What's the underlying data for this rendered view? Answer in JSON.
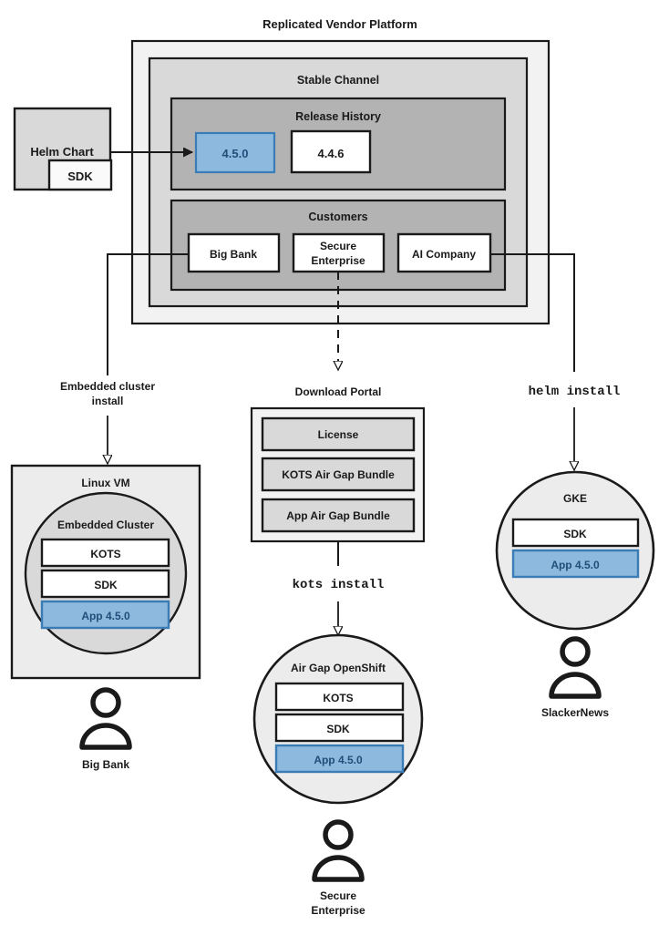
{
  "title": "Replicated Vendor Platform",
  "colors": {
    "outer_panel_fill": "#f2f2f2",
    "channel_fill": "#d9d9d9",
    "inner_fill": "#b3b3b3",
    "white_box_fill": "#ffffff",
    "gray_box_fill": "#d9d9d9",
    "light_fill": "#ececec",
    "accent_blue_fill": "#8cb9dd",
    "accent_blue_stroke": "#3a7cb5",
    "accent_blue_text": "#1f4e79",
    "stroke": "#1a1a1a",
    "text": "#1a1a1a"
  },
  "platform": {
    "stable_channel_label": "Stable Channel",
    "release_history": {
      "label": "Release History",
      "releases": [
        {
          "version": "4.5.0",
          "highlighted": true
        },
        {
          "version": "4.4.6",
          "highlighted": false
        }
      ]
    },
    "customers": {
      "label": "Customers",
      "items": [
        {
          "name": "Big Bank"
        },
        {
          "name": "Secure",
          "name2": "Enterprise"
        },
        {
          "name": "AI Company"
        }
      ]
    }
  },
  "helm_chart": {
    "label": "Helm Chart",
    "sdk_label": "SDK"
  },
  "flows": {
    "embedded_cluster_install_line1": "Embedded cluster",
    "embedded_cluster_install_line2": "install",
    "download_portal_label": "Download Portal",
    "kots_install": "kots install",
    "helm_install": "helm install"
  },
  "download_portal": {
    "items": [
      {
        "label": "License"
      },
      {
        "label": "KOTS Air Gap Bundle"
      },
      {
        "label": "App Air Gap Bundle"
      }
    ]
  },
  "linux_vm": {
    "label": "Linux VM",
    "cluster_label": "Embedded Cluster",
    "components": [
      {
        "label": "KOTS",
        "highlighted": false
      },
      {
        "label": "SDK",
        "highlighted": false
      },
      {
        "label": "App 4.5.0",
        "highlighted": true
      }
    ],
    "actor": "Big Bank"
  },
  "airgap_openshift": {
    "label": "Air Gap OpenShift",
    "components": [
      {
        "label": "KOTS",
        "highlighted": false
      },
      {
        "label": "SDK",
        "highlighted": false
      },
      {
        "label": "App 4.5.0",
        "highlighted": true
      }
    ],
    "actor_line1": "Secure",
    "actor_line2": "Enterprise"
  },
  "gke": {
    "label": "GKE",
    "components": [
      {
        "label": "SDK",
        "highlighted": false
      },
      {
        "label": "App 4.5.0",
        "highlighted": true
      }
    ],
    "actor": "SlackerNews"
  }
}
